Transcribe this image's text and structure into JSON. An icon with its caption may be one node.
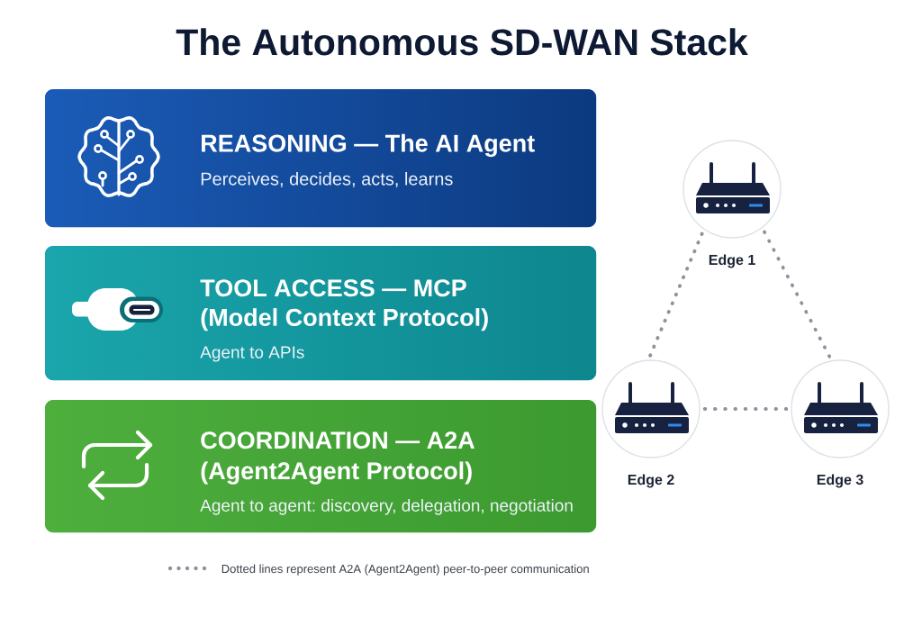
{
  "diagram": {
    "title": "The Autonomous SD-WAN Stack",
    "nodes": [
      {
        "text": [
          "REASONING — The AI Agent",
          "Perceives, decides, acts, learns"
        ]
      },
      {
        "text": [
          "TOOL ACCESS — MCP",
          "(Model Context Protocol)",
          "Agent to APIs"
        ]
      },
      {
        "text": [
          "COORDINATION — A2A",
          "(Agent2Agent Protocol)",
          "Agent to agent: discovery, delegation, negotiation"
        ]
      },
      {
        "text": [
          "Edge 1"
        ]
      },
      {
        "text": [
          "Edge 2"
        ]
      },
      {
        "text": [
          "Edge 3"
        ]
      }
    ],
    "edges": [
      {
        "from": 3,
        "to": 4,
        "arrow": "none",
        "style": "dashed"
      },
      {
        "from": 3,
        "to": 5,
        "arrow": "none",
        "style": "dashed"
      },
      {
        "from": 4,
        "to": 5,
        "arrow": "none",
        "style": "dashed"
      }
    ],
    "legend": [
      {
        "text": "Dotted lines represent A2A (Agent2Agent) peer-to-peer communication"
      }
    ]
  }
}
